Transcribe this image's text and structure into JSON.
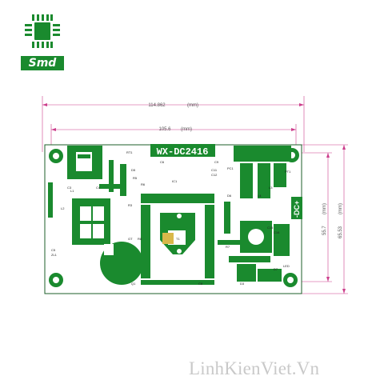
{
  "logo": {
    "text": "Smd",
    "color": "#1a8a2e"
  },
  "board": {
    "title": "WX-DC2416",
    "output_label": "-DC+",
    "trace_color": "#1a8a2e",
    "board_color": "#ffffff",
    "outline_color": "#1c5f2a"
  },
  "dimensions": {
    "overall_width": "114.862",
    "inner_width": "105.6",
    "inner_height": "55.7",
    "overall_height": "65.53",
    "unit": "(mm)",
    "color": "#cc3e8c"
  },
  "silkscreen": {
    "ic": "IC1",
    "t1": "T1",
    "l3": "L3",
    "rt1": "RT1",
    "d5": "D5",
    "c6": "C6",
    "c3": "C3",
    "c4": "C4",
    "c5": "C5",
    "l1": "L1",
    "l2": "L2",
    "r3": "R3",
    "c8": "C8",
    "c9": "C9",
    "c11": "C11",
    "c12": "C12",
    "r5": "R5",
    "r6": "R6",
    "r7": "R7",
    "led": "LED",
    "d3": "D3",
    "d7": "D7",
    "q1": "Q1",
    "pt1": "PT1",
    "zl1": "ZL1",
    "r8": "R8",
    "d6": "D6",
    "c15": "C15",
    "c16": "C16",
    "l4": "L4",
    "gt": "GT",
    "pc": "PC1"
  },
  "watermark": "LinhKienViet.Vn"
}
